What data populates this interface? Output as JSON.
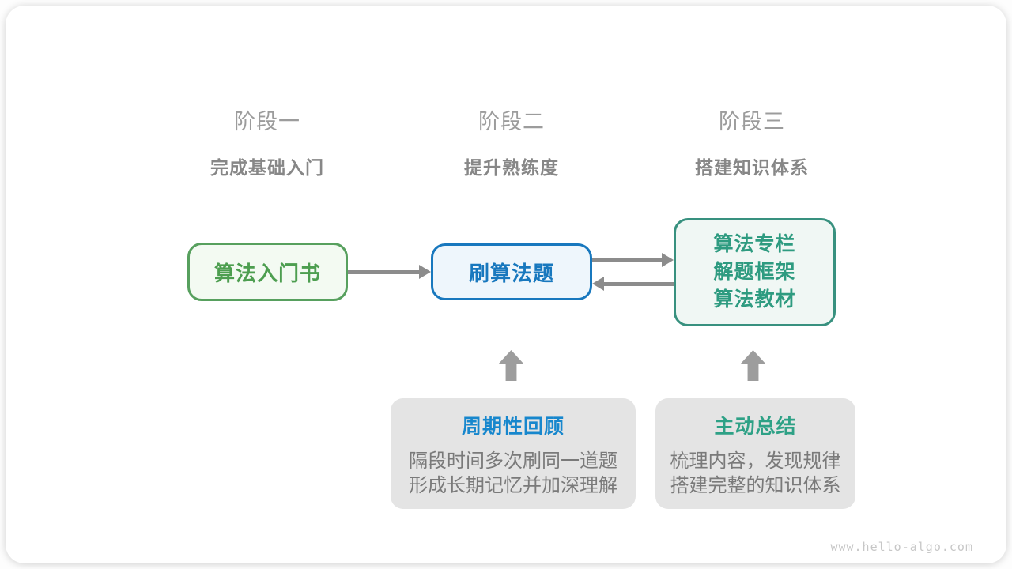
{
  "stages": [
    {
      "title": "阶段一",
      "subtitle": "完成基础入门"
    },
    {
      "title": "阶段二",
      "subtitle": "提升熟练度"
    },
    {
      "title": "阶段三",
      "subtitle": "搭建知识体系"
    }
  ],
  "nodes": [
    {
      "label": "算法入门书"
    },
    {
      "label": "刷算法题"
    },
    {
      "lines": [
        "算法专栏",
        "解题框架",
        "算法教材"
      ]
    }
  ],
  "panels": [
    {
      "title": "周期性回顾",
      "lines": [
        "隔段时间多次刷同一道题",
        "形成长期记忆并加深理解"
      ]
    },
    {
      "title": "主动总结",
      "lines": [
        "梳理内容，发现规律",
        "搭建完整的知识体系"
      ]
    }
  ],
  "watermark": "www.hello-algo.com",
  "colors": {
    "node1_border": "#57a05e",
    "node1_bg": "#f3faf2",
    "node1_text": "#4d9e50",
    "node2_border": "#1878be",
    "node2_bg": "#eef6fc",
    "node2_text": "#1878be",
    "node3_border": "#38917f",
    "node3_bg": "#f0f7f4",
    "node3_text": "#2e9b80",
    "panel_bg": "#e4e4e4",
    "panel1_title": "#1787cd",
    "panel2_title": "#2ea186",
    "panel_body_text": "#7a7a7a",
    "arrow": "#8c8c8c",
    "up_arrow": "#9d9d9d",
    "stage_title_text": "#9c9c9c",
    "stage_subtitle_text": "#878787",
    "watermark_text": "#c7c7c7"
  }
}
